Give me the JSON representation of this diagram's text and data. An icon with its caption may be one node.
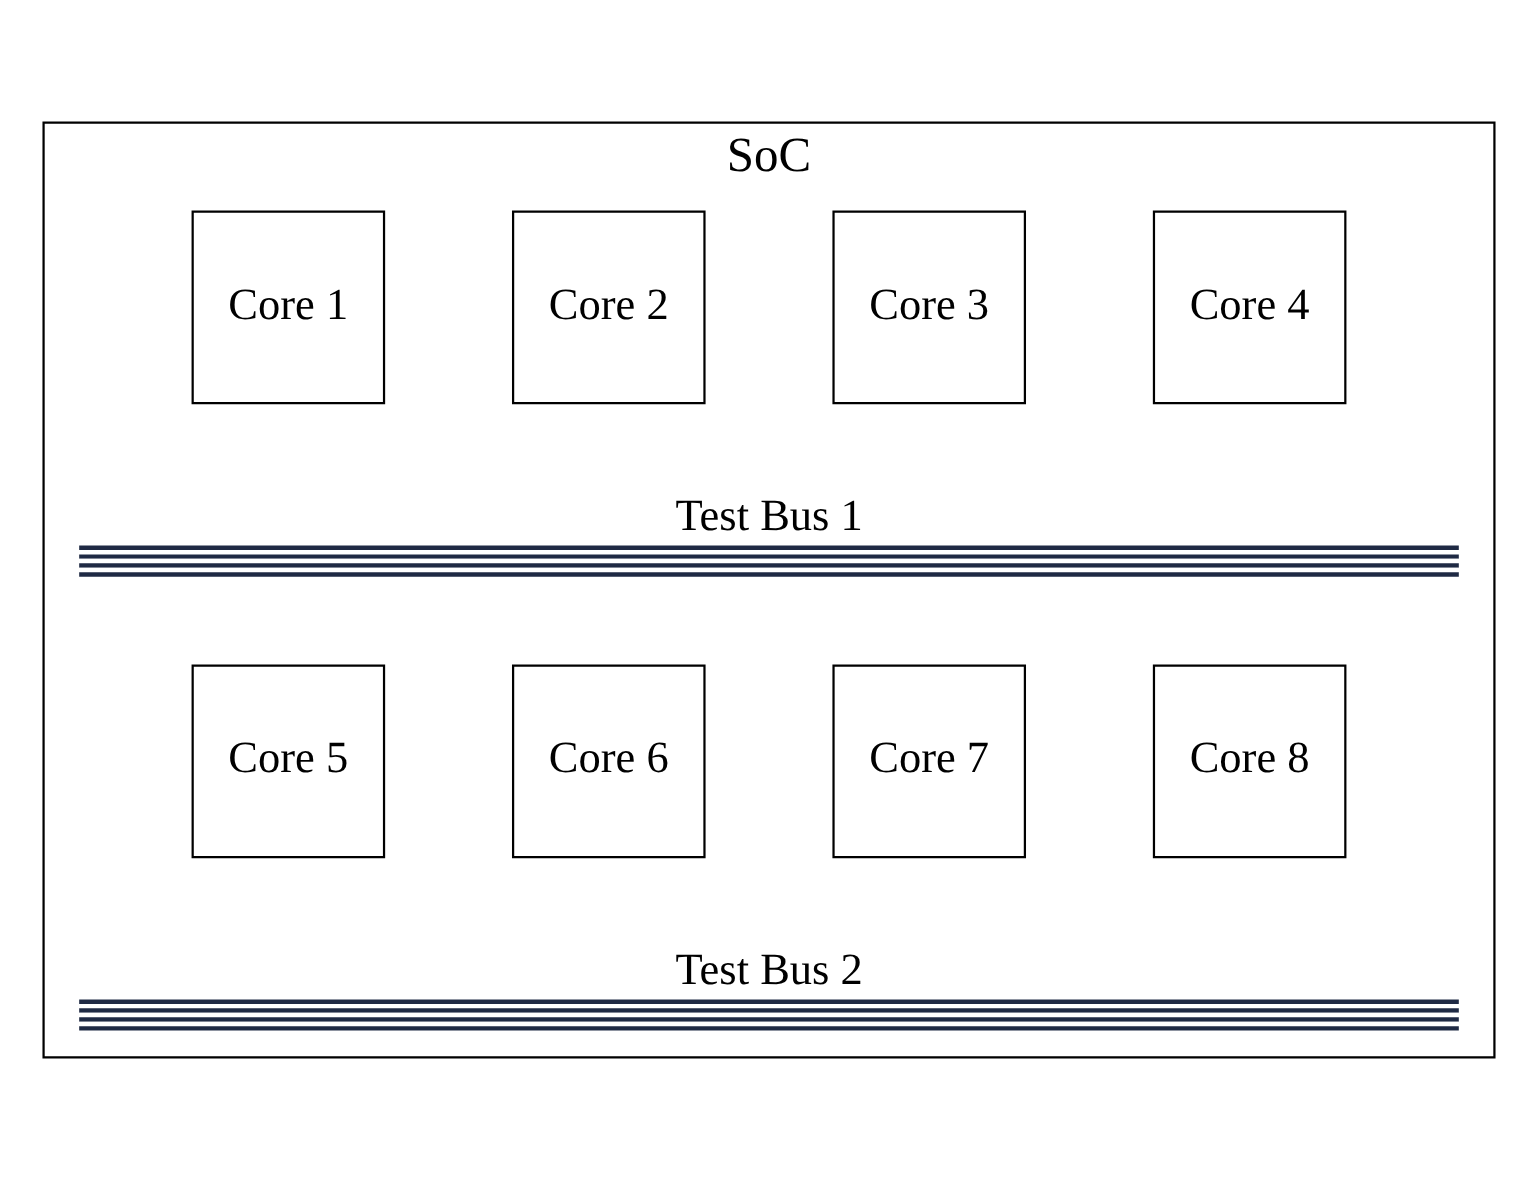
{
  "diagram": {
    "nodes": [
      {
        "text": [
          "SoC"
        ]
      },
      {
        "text": [
          "Core 1"
        ],
        "in": 0
      },
      {
        "text": [
          "Core 2"
        ],
        "in": 0
      },
      {
        "text": [
          "Core 3"
        ],
        "in": 0
      },
      {
        "text": [
          "Core 4"
        ],
        "in": 0
      },
      {
        "text": [
          "Test Bus 1"
        ],
        "in": 0
      },
      {
        "text": [
          "Core 5"
        ],
        "in": 0
      },
      {
        "text": [
          "Core 6"
        ],
        "in": 0
      },
      {
        "text": [
          "Core 7"
        ],
        "in": 0
      },
      {
        "text": [
          "Core 8"
        ],
        "in": 0
      },
      {
        "text": [
          "Test Bus 2"
        ],
        "in": 0
      }
    ]
  }
}
